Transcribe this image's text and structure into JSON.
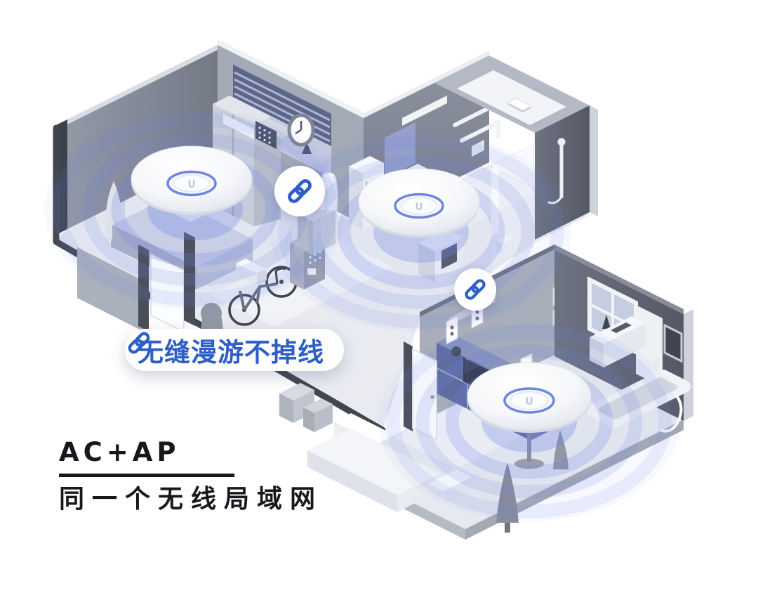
{
  "callout": {
    "icon": "link-icon",
    "label": "无缝漫游不掉线"
  },
  "caption": {
    "title": "AC+AP",
    "subtitle": "同一个无线局域网"
  },
  "access_points": [
    {
      "id": "ap-bedroom",
      "logo": "U"
    },
    {
      "id": "ap-bathroom",
      "logo": "U"
    },
    {
      "id": "ap-living-room",
      "logo": "U"
    }
  ],
  "link_badges": [
    {
      "id": "link-bedroom-bathroom",
      "icon": "link-icon"
    },
    {
      "id": "link-hallway-living-room",
      "icon": "link-icon"
    }
  ],
  "colors": {
    "background": "#ffffff",
    "accent_blue": "#2e5ec7",
    "ripple_blue": "#6d80e2",
    "wall_gray": "#9aa0ac",
    "dark_wall_gray": "#5f6472",
    "floor_gray": "#e9ebf1",
    "edge_dark": "#42464e",
    "text_black": "#17181c"
  }
}
